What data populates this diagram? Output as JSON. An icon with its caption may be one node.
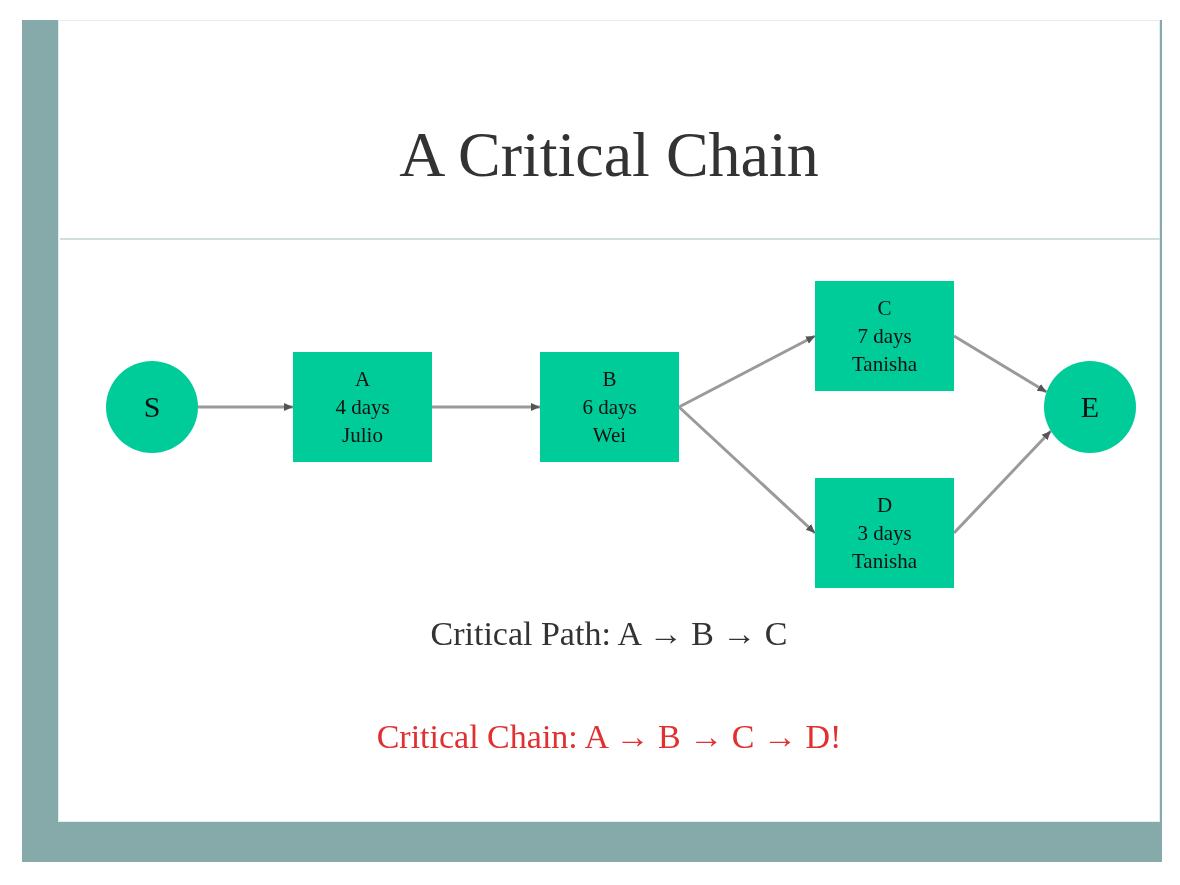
{
  "diagram": {
    "title": "A Critical Chain",
    "nodes": [
      {
        "text": [
          "S"
        ]
      },
      {
        "text": [
          "A",
          "4 days",
          "Julio"
        ]
      },
      {
        "text": [
          "B",
          "6 days",
          "Wei"
        ]
      },
      {
        "text": [
          "C",
          "7 days",
          "Tanisha"
        ]
      },
      {
        "text": [
          "D",
          "3 days",
          "Tanisha"
        ]
      },
      {
        "text": [
          "E"
        ]
      }
    ],
    "edges": [
      {
        "from": 0,
        "to": 1,
        "arrow": "to"
      },
      {
        "from": 1,
        "to": 2,
        "arrow": "to"
      },
      {
        "from": 2,
        "to": 3,
        "arrow": "to"
      },
      {
        "from": 2,
        "to": 4,
        "arrow": "to"
      },
      {
        "from": 3,
        "to": 5,
        "arrow": "to"
      },
      {
        "from": 4,
        "to": 5,
        "arrow": "to"
      }
    ],
    "labels": [
      "Critical Path: A → B → C",
      "Critical Chain: A → B → C → D!"
    ]
  }
}
